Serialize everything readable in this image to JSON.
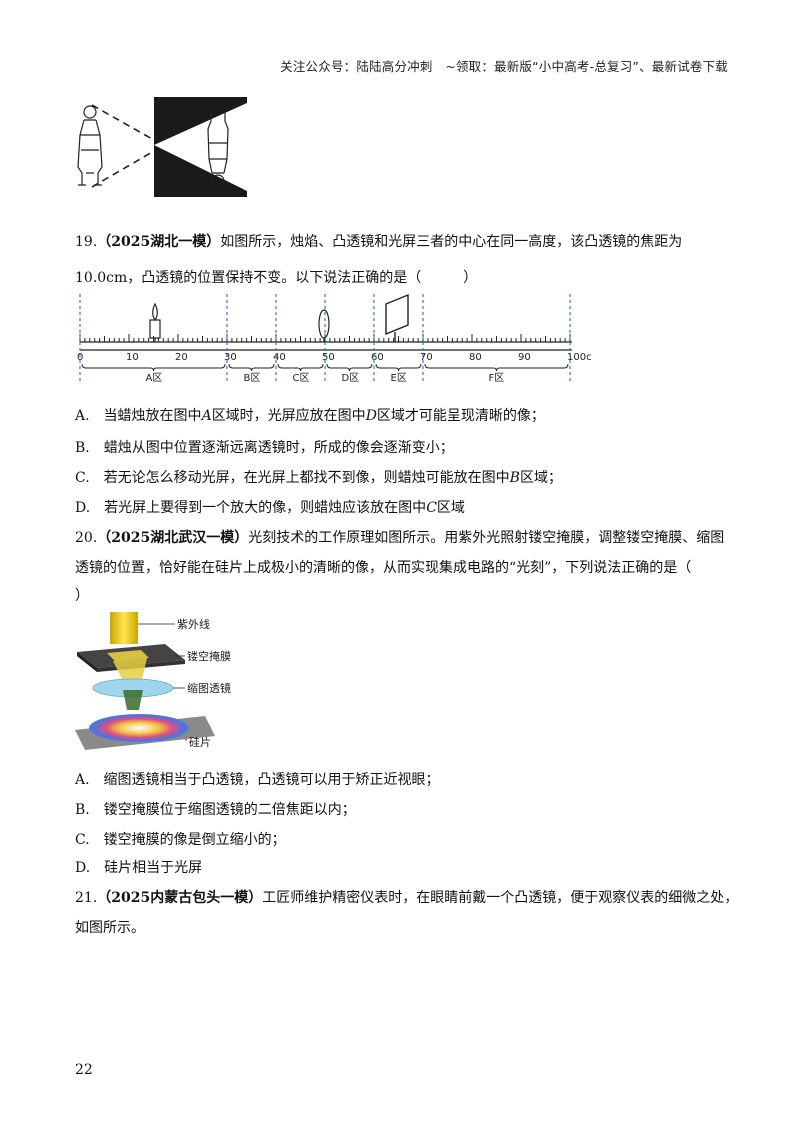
{
  "header": {
    "text": "关注公众号：陆陆高分冲刺　~领取：最新版“小中高考-总复习”、最新试卷下载"
  },
  "q19": {
    "number": "19.",
    "source": "（2025湖北一模）",
    "line1_rest": "如图所示，烛焰、凸透镜和光屏三者的中心在同一高度，该凸透镜的焦距为",
    "line2": "10.0cm，凸透镜的位置保持不变。以下说法正确的是（　　　）",
    "ruler": {
      "ticks": [
        "0",
        "10",
        "20",
        "30",
        "40",
        "50",
        "60",
        "70",
        "80",
        "90",
        "100cm"
      ],
      "zones": [
        "A区",
        "B区",
        "C区",
        "D区",
        "E区",
        "F区"
      ]
    },
    "options": {
      "a_pre": "A.　当蜡烛放在图中",
      "a_var": "A",
      "a_mid": "区域时，光屏应放在图中",
      "a_var2": "D",
      "a_post": "区域才可能呈现清晰的像；",
      "b": "B.　蜡烛从图中位置逐渐远离透镜时，所成的像会逐渐变小；",
      "c_pre": "C.　若无论怎么移动光屏，在光屏上都找不到像，则蜡烛可能放在图中",
      "c_var": "B",
      "c_post": "区域；",
      "d_pre": "D.　若光屏上要得到一个放大的像，则蜡烛应该放在图中",
      "d_var": "C",
      "d_post": "区域"
    }
  },
  "q20": {
    "number": "20.",
    "source": "（2025湖北武汉一模）",
    "line1_rest": "光刻技术的工作原理如图所示。用紫外光照射镂空掩膜，调整镂空掩膜、缩图",
    "line2": "透镜的位置，恰好能在硅片上成极小的清晰的像，从而实现集成电路的“光刻”，下列说法正确的是（",
    "line3": "）",
    "figure_labels": [
      "紫外线",
      "镂空掩膜",
      "缩图透镜",
      "硅片"
    ],
    "options": {
      "a": "A.　缩图透镜相当于凸透镜，凸透镜可以用于矫正近视眼；",
      "b": "B.　镂空掩膜位于缩图透镜的二倍焦距以内；",
      "c": "C.　镂空掩膜的像是倒立缩小的；",
      "d": "D.　硅片相当于光屏"
    }
  },
  "q21": {
    "number": "21.",
    "source": "（2025内蒙古包头一模）",
    "line1_rest": "工匠师维护精密仪表时，在眼睛前戴一个凸透镜，便于观察仪表的细微之处，",
    "line2": "如图所示。"
  },
  "page_number": "22"
}
